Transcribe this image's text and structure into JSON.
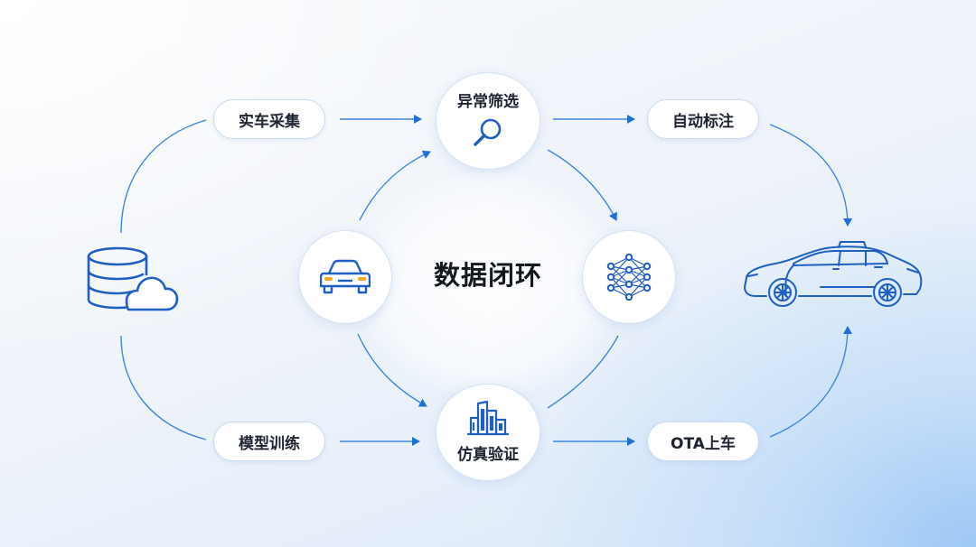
{
  "center_title": "数据闭环",
  "nodes": {
    "collect": "实车采集",
    "anomaly": "异常筛选",
    "labeling": "自动标注",
    "training": "模型训练",
    "simulation": "仿真验证",
    "ota": "OTA上车"
  },
  "colors": {
    "line": "#1f6fd6",
    "icon": "#1f5fc4",
    "headlight": "#f5a623"
  },
  "icons": [
    "database-cloud-icon",
    "magnifier-icon",
    "car-front-icon",
    "neural-network-icon",
    "city-buildings-icon",
    "car-side-icon"
  ]
}
